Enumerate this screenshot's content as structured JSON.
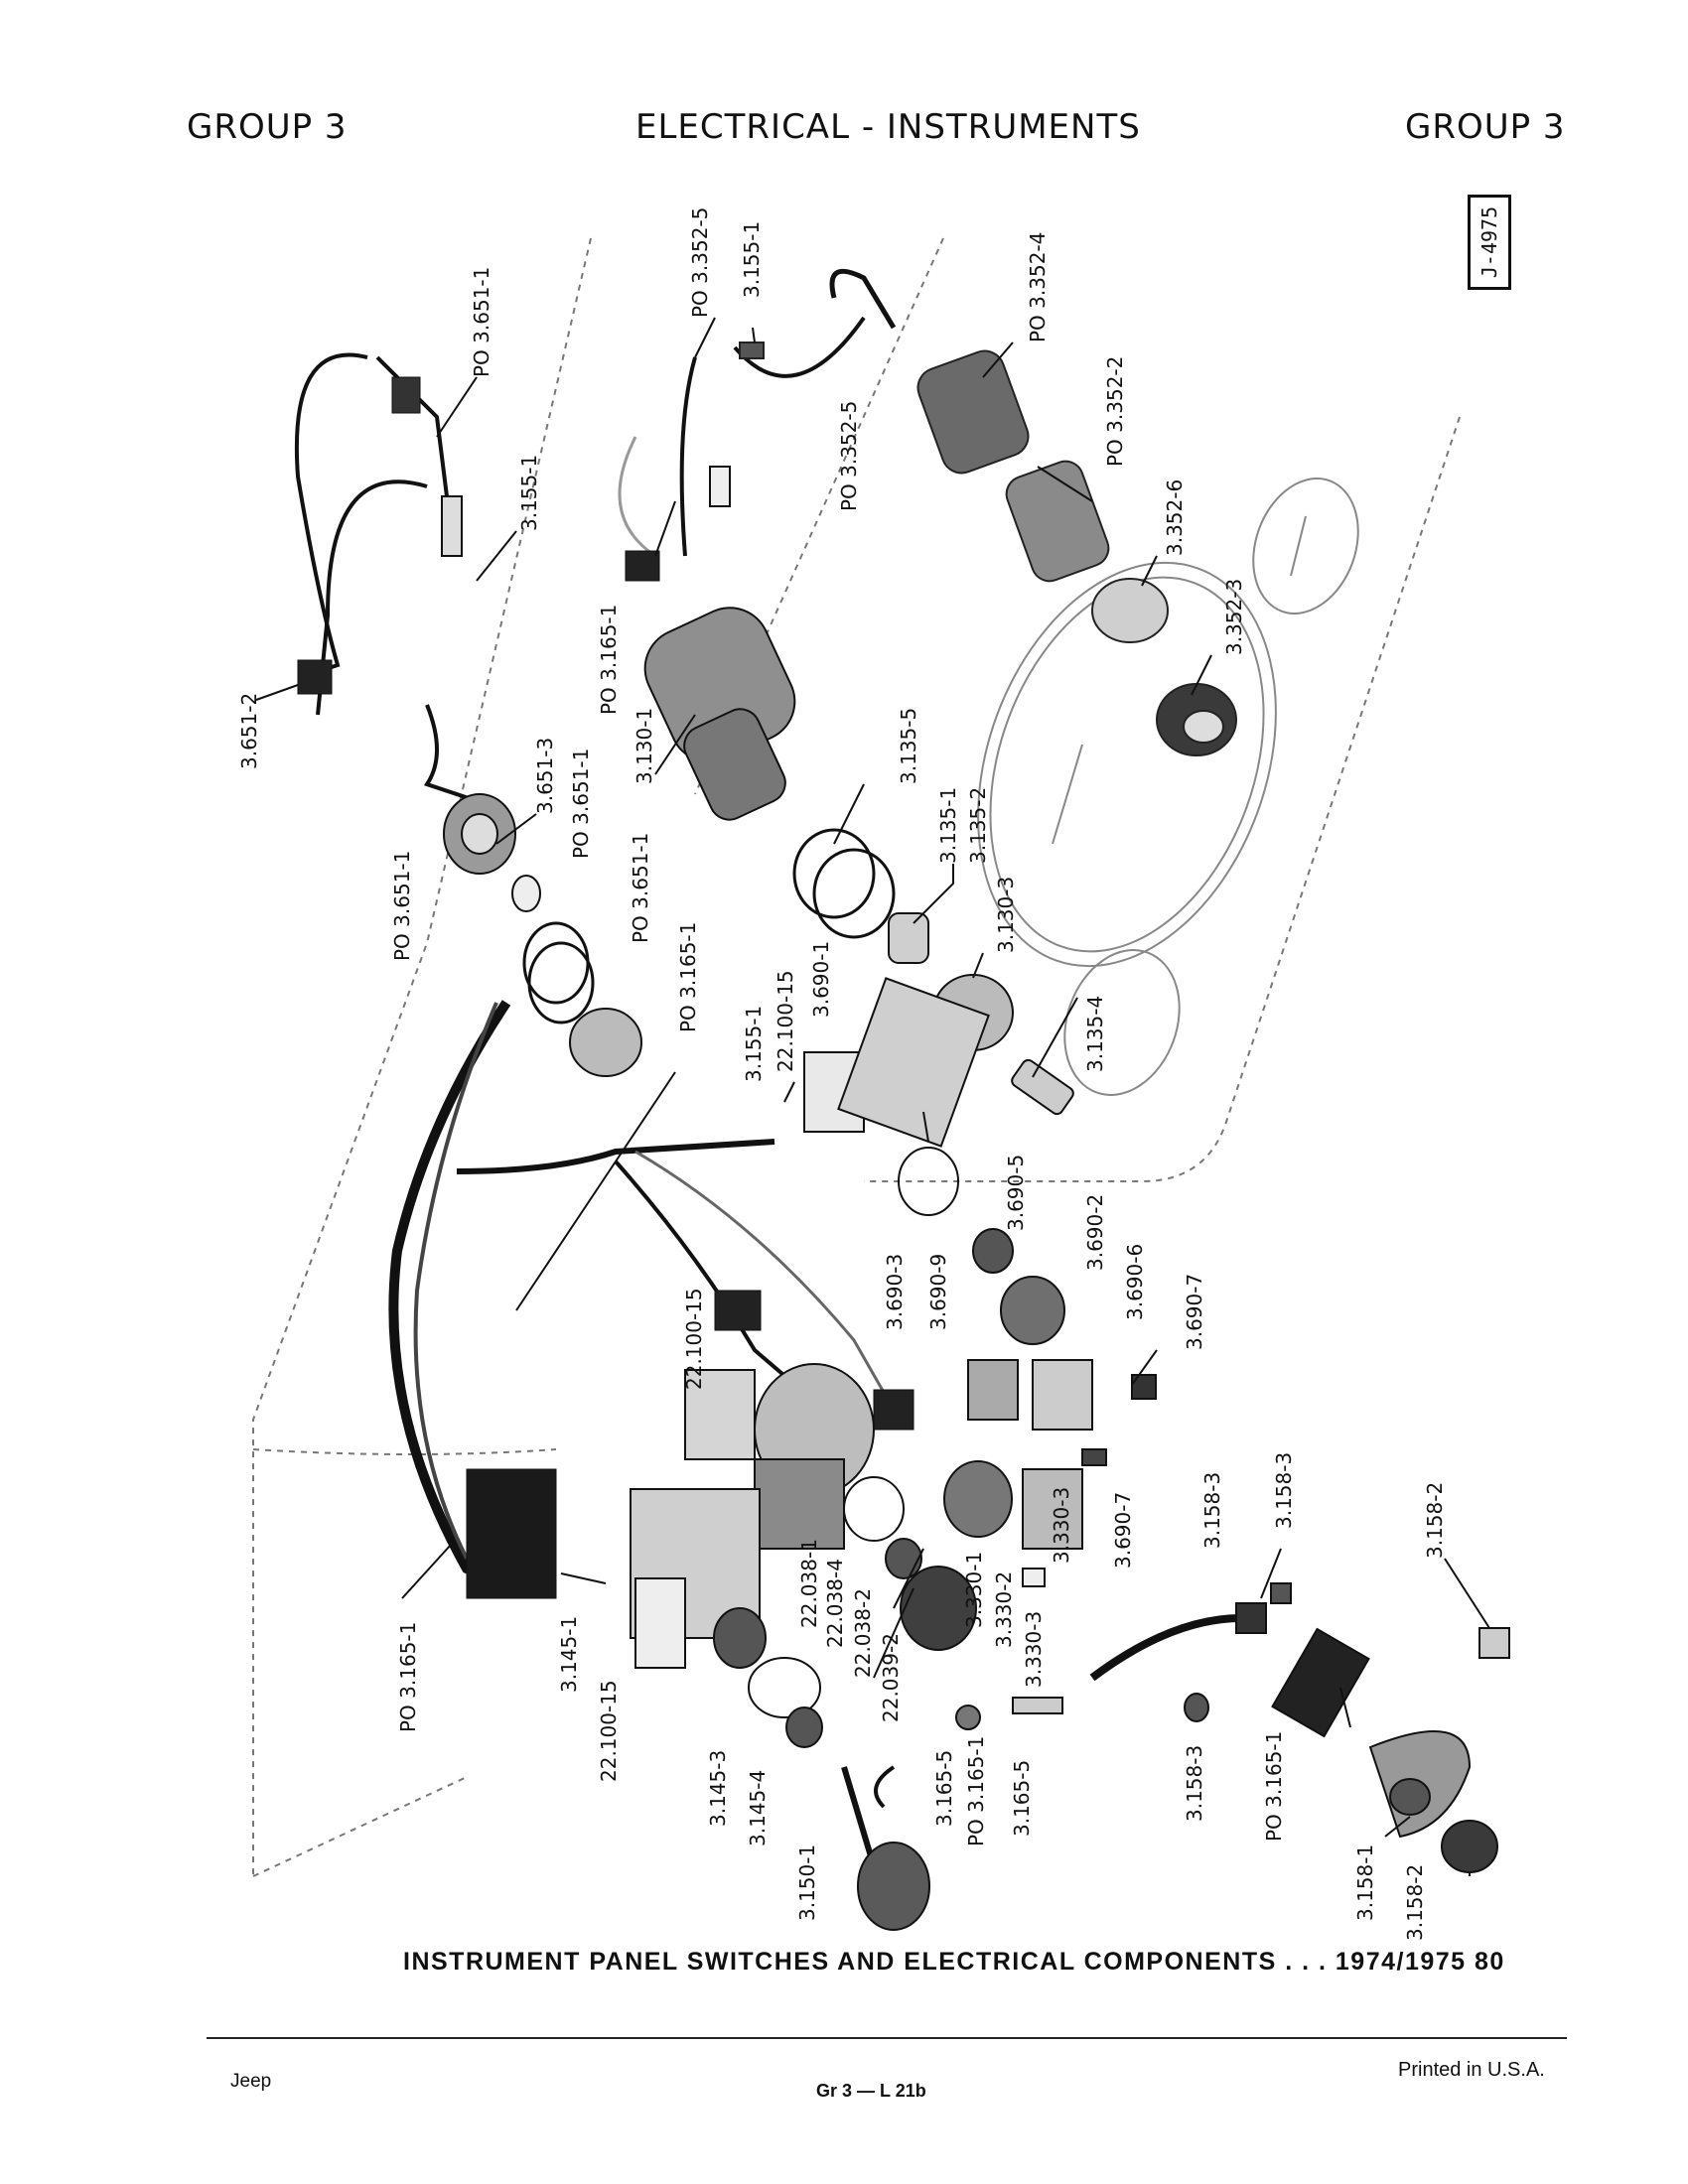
{
  "header": {
    "group_left": "GROUP 3",
    "title": "ELECTRICAL - INSTRUMENTS",
    "group_right": "GROUP 3"
  },
  "ref_box": "J-4975",
  "labels": [
    "PO 3.651-1",
    "3.155-1",
    "3.651-2",
    "3.651-3",
    "PO 3.651-1",
    "PO 3.651-1",
    "PO 3.651-1",
    "PO 3.352-5",
    "3.155-1",
    "PO 3.352-4",
    "PO 3.352-5",
    "PO 3.352-2",
    "3.352-6",
    "3.352-3",
    "PO 3.165-1",
    "3.130-1",
    "3.135-5",
    "3.135-1",
    "3.135-2",
    "3.130-3",
    "3.135-4",
    "PO 3.165-1",
    "3.155-1",
    "22.100-15",
    "3.690-1",
    "3.690-5",
    "3.690-2",
    "3.690-6",
    "3.690-3",
    "3.690-9",
    "3.690-7",
    "22.100-15",
    "3.330-3",
    "3.690-7",
    "3.158-3",
    "3.158-3",
    "3.158-2",
    "PO 3.165-1",
    "3.145-1",
    "22.100-15",
    "3.145-3",
    "3.145-4",
    "3.150-1",
    "22.038-1",
    "22.038-4",
    "22.038-2",
    "22.039-2",
    "3.330-1",
    "3.330-2",
    "3.330-3",
    "3.165-5",
    "PO 3.165-1",
    "3.165-5",
    "3.158-3",
    "PO 3.165-1",
    "3.158-1",
    "3.158-2"
  ],
  "caption": "INSTRUMENT PANEL SWITCHES AND ELECTRICAL COMPONENTS . . . 1974/1975 80",
  "footer": {
    "left": "Jeep",
    "center": "Gr 3 — L 21b",
    "right": "Printed in U.S.A."
  }
}
